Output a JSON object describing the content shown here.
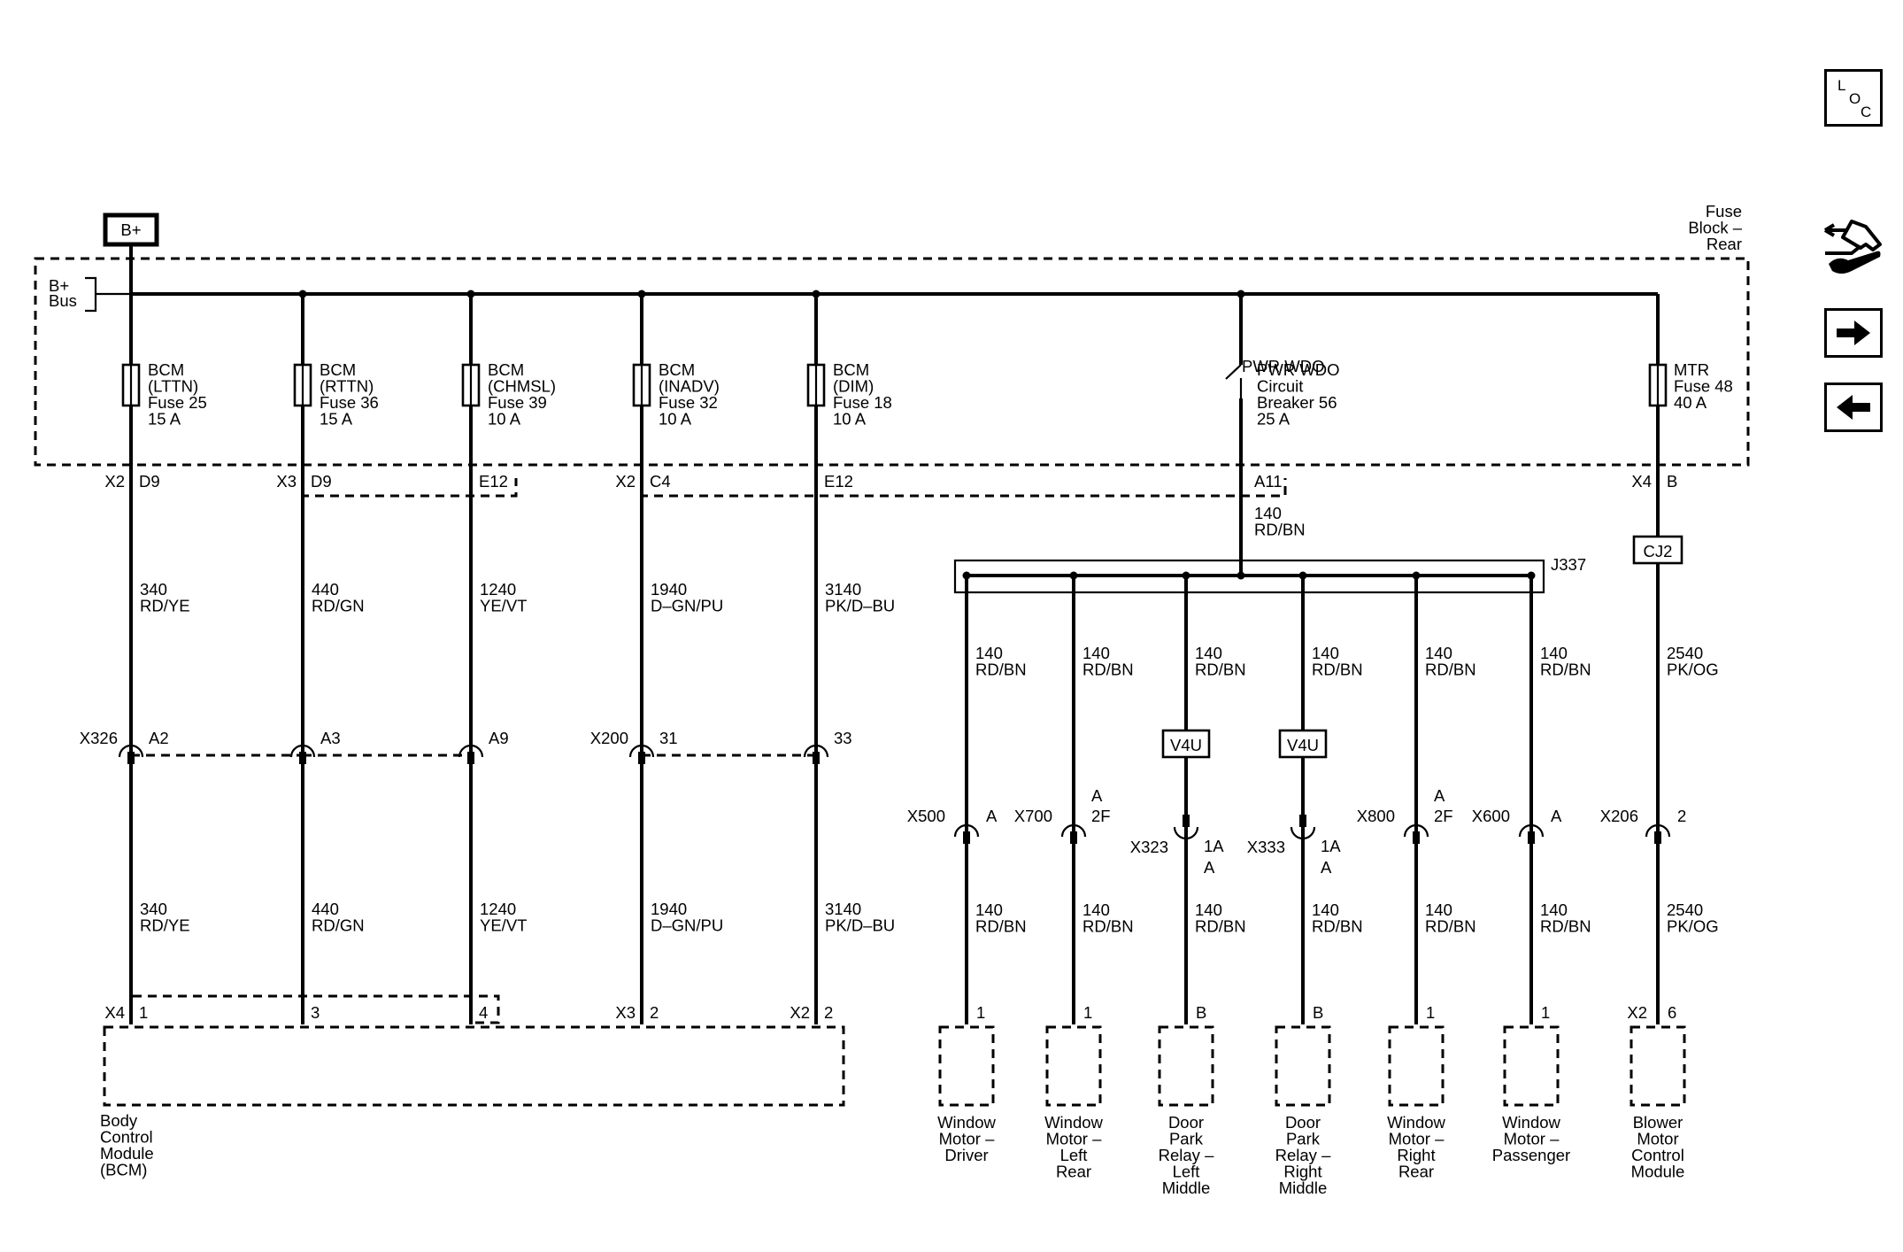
{
  "battery_label": "B+",
  "bus_label": [
    "B+",
    "Bus"
  ],
  "fuse_block_label": [
    "Fuse",
    "Block –",
    "Rear"
  ],
  "nav": {
    "loc_letters": [
      "L",
      "O",
      "C"
    ],
    "service_icon": "wrench-car-icon",
    "next_icon": "arrow-right-icon",
    "prev_icon": "arrow-left-icon"
  },
  "left_circuits": [
    {
      "fuse": [
        "BCM",
        "(LTTN)",
        "Fuse 25",
        "15 A"
      ],
      "conn": "X2",
      "pin": "D9",
      "wire1": [
        "340",
        "RD/YE"
      ],
      "inline_conn": "X326",
      "inline_pin": "A2",
      "wire2": [
        "340",
        "RD/YE"
      ],
      "module_conn": "X4",
      "module_pin": "1"
    },
    {
      "fuse": [
        "BCM",
        "(RTTN)",
        "Fuse 36",
        "15 A"
      ],
      "conn": "X3",
      "pin": "D9",
      "wire1": [
        "440",
        "RD/GN"
      ],
      "inline_conn": "",
      "inline_pin": "A3",
      "wire2": [
        "440",
        "RD/GN"
      ],
      "module_conn": "",
      "module_pin": "3"
    },
    {
      "fuse": [
        "BCM",
        "(CHMSL)",
        "Fuse 39",
        "10 A"
      ],
      "conn": "",
      "pin": "E12",
      "wire1": [
        "1240",
        "YE/VT"
      ],
      "inline_conn": "",
      "inline_pin": "A9",
      "wire2": [
        "1240",
        "YE/VT"
      ],
      "module_conn": "",
      "module_pin": "4"
    },
    {
      "fuse": [
        "BCM",
        "(INADV)",
        "Fuse 32",
        "10 A"
      ],
      "conn": "X2",
      "pin": "C4",
      "wire1": [
        "1940",
        "D–GN/PU"
      ],
      "inline_conn": "X200",
      "inline_pin": "31",
      "wire2": [
        "1940",
        "D–GN/PU"
      ],
      "module_conn": "X3",
      "module_pin": "2"
    },
    {
      "fuse": [
        "BCM",
        "(DIM)",
        "Fuse 18",
        "10 A"
      ],
      "conn": "",
      "pin": "E12",
      "wire1": [
        "3140",
        "PK/D–BU"
      ],
      "inline_conn": "",
      "inline_pin": "33",
      "wire2": [
        "3140",
        "PK/D–BU"
      ],
      "module_conn": "X2",
      "module_pin": "2"
    }
  ],
  "bcm_label": [
    "Body",
    "Control",
    "Module",
    "(BCM)"
  ],
  "breaker": {
    "label": [
      "PWR WDO",
      "Circuit",
      "Breaker 56",
      "25 A"
    ],
    "pin": "A11",
    "wire": [
      "140",
      "RD/BN"
    ]
  },
  "splice": "J337",
  "power_window_branches": [
    {
      "wire1": [
        "140",
        "RD/BN"
      ],
      "option": "",
      "conn": "X500",
      "pin": [
        "A"
      ],
      "wire2": [
        "140",
        "RD/BN"
      ],
      "load_pin": "1",
      "load": [
        "Window",
        "Motor –",
        "Driver"
      ]
    },
    {
      "wire1": [
        "140",
        "RD/BN"
      ],
      "option": "",
      "conn": "X700",
      "pin": [
        "A",
        "2F"
      ],
      "wire2": [
        "140",
        "RD/BN"
      ],
      "load_pin": "1",
      "load": [
        "Window",
        "Motor –",
        "Left",
        "Rear"
      ]
    },
    {
      "wire1": [
        "140",
        "RD/BN"
      ],
      "option": "V4U",
      "conn": "X323",
      "pin": [
        "1A",
        "A"
      ],
      "wire2": [
        "140",
        "RD/BN"
      ],
      "load_pin": "B",
      "load": [
        "Door",
        "Park",
        "Relay –",
        "Left",
        "Middle"
      ]
    },
    {
      "wire1": [
        "140",
        "RD/BN"
      ],
      "option": "V4U",
      "conn": "X333",
      "pin": [
        "1A",
        "A"
      ],
      "wire2": [
        "140",
        "RD/BN"
      ],
      "load_pin": "B",
      "load": [
        "Door",
        "Park",
        "Relay –",
        "Right",
        "Middle"
      ]
    },
    {
      "wire1": [
        "140",
        "RD/BN"
      ],
      "option": "",
      "conn": "X800",
      "pin": [
        "A",
        "2F"
      ],
      "wire2": [
        "140",
        "RD/BN"
      ],
      "load_pin": "1",
      "load": [
        "Window",
        "Motor –",
        "Right",
        "Rear"
      ]
    },
    {
      "wire1": [
        "140",
        "RD/BN"
      ],
      "option": "",
      "conn": "X600",
      "pin": [
        "A"
      ],
      "wire2": [
        "140",
        "RD/BN"
      ],
      "load_pin": "1",
      "load": [
        "Window",
        "Motor –",
        "Passenger"
      ]
    }
  ],
  "mtr_circuit": {
    "fuse": [
      "MTR",
      "Fuse 48",
      "40 A"
    ],
    "conn": "X4",
    "pin": "B",
    "splice_pack": "CJ2",
    "wire1": [
      "2540",
      "PK/OG"
    ],
    "inline_conn": "X206",
    "inline_pin": "2",
    "wire2": [
      "2540",
      "PK/OG"
    ],
    "module_conn": "X2",
    "module_pin": "6",
    "load": [
      "Blower",
      "Motor",
      "Control",
      "Module"
    ]
  }
}
